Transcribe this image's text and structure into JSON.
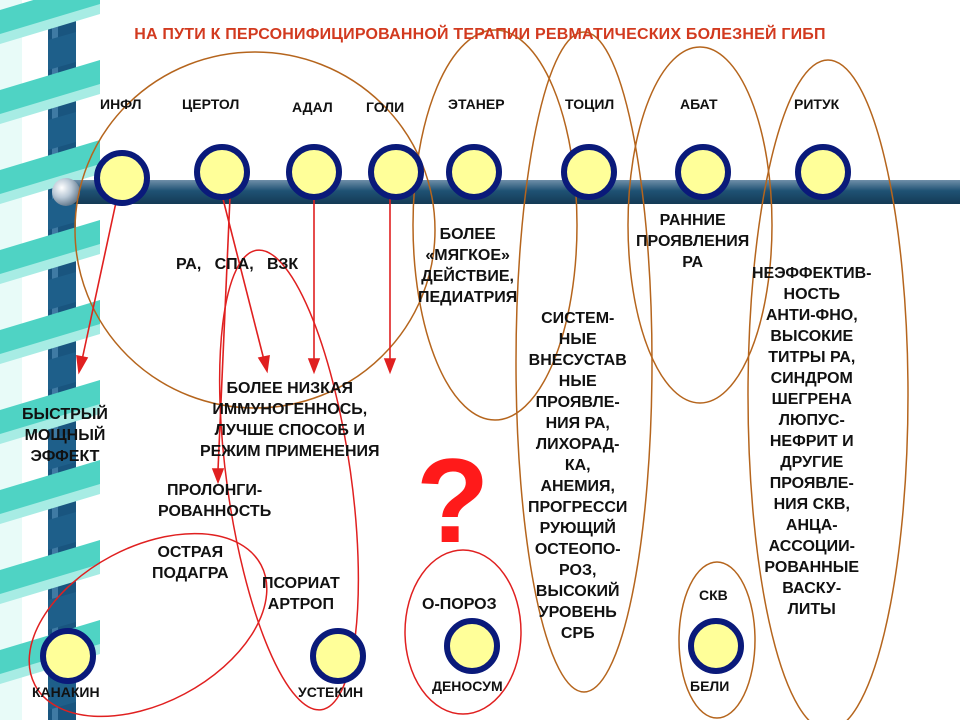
{
  "title": "НА ПУТИ К ПЕРСОНИФИЦИРОВАННОЙ ТЕРАПИИ РЕВМАТИЧЕСКИХ БОЛЕЗНЕЙ ГИБП",
  "top_drugs": [
    "ИНФЛ",
    "ЦЕРТОЛ",
    "АДАЛ",
    "ГОЛИ",
    "ЭТАНЕР",
    "ТОЦИЛ",
    "АБАТ",
    "РИТУК"
  ],
  "bottom_drugs": [
    "КАНАКИН",
    "УСТЕКИН",
    "ДЕНОСУМ",
    "БЕЛИ"
  ],
  "indications": {
    "ra_spa_vzk": "РА,   СПА,   ВЗК",
    "fast_effect": "БЫСТРЫЙ\nМОЩНЫЙ\nЭФФЕКТ",
    "lower_immunogenicity": "БОЛЕЕ НИЗКАЯ\nИММУНОГЕННОСЬ,\nЛУЧШЕ СПОСОБ И\nРЕЖИМ ПРИМЕНЕНИЯ",
    "prolonged": "ПРОЛОНГИ-\nРОВАННОСТЬ",
    "gout": "ОСТРАЯ\nПОДАГРА",
    "psoriatic": "ПСОРИАТ\nАРТРОП",
    "osteoporosis": "О-ПОРОЗ",
    "softer": "БОЛЕЕ\n«МЯГКОЕ»\nДЕЙСТВИЕ,\nПЕДИАТРИЯ",
    "systemic": "СИСТЕМ-\nНЫЕ\nВНЕСУСТАВ\nНЫЕ\nПРОЯВЛЕ-\nНИЯ РА,\nЛИХОРАД-\nКА,\nАНЕМИЯ,\nПРОГРЕССИ\nРУЮЩИЙ\nОСТЕОПО-\nРОЗ,\nВЫСОКИЙ\nУРОВЕНЬ\nСРБ",
    "early_ra": "РАННИЕ\nПРОЯВЛЕНИЯ\nРА",
    "ineffective": "НЕЭФФЕКТИВ-\nНОСТЬ\nАНТИ-ФНО,\nВЫСОКИЕ\nТИТРЫ РА,\nСИНДРОМ\nШЕГРЕНА\nЛЮПУС-\nНЕФРИТ И\nДРУГИЕ\nПРОЯВЛЕ-\nНИЯ СКВ,\nАНЦА-\nАССОЦИИ-\nРОВАННЫЕ\nВАСКУ-\nЛИТЫ",
    "skv": "СКВ"
  },
  "question_mark": "?",
  "colors": {
    "title": "#d23a1f",
    "chain_blue": "#1e5f8a",
    "chain_teal": "#5ad6c8",
    "node_fill": "#ffff99",
    "node_ring": "#0a1a7a",
    "oval_brown": "#b5651d",
    "red": "#e02020"
  }
}
